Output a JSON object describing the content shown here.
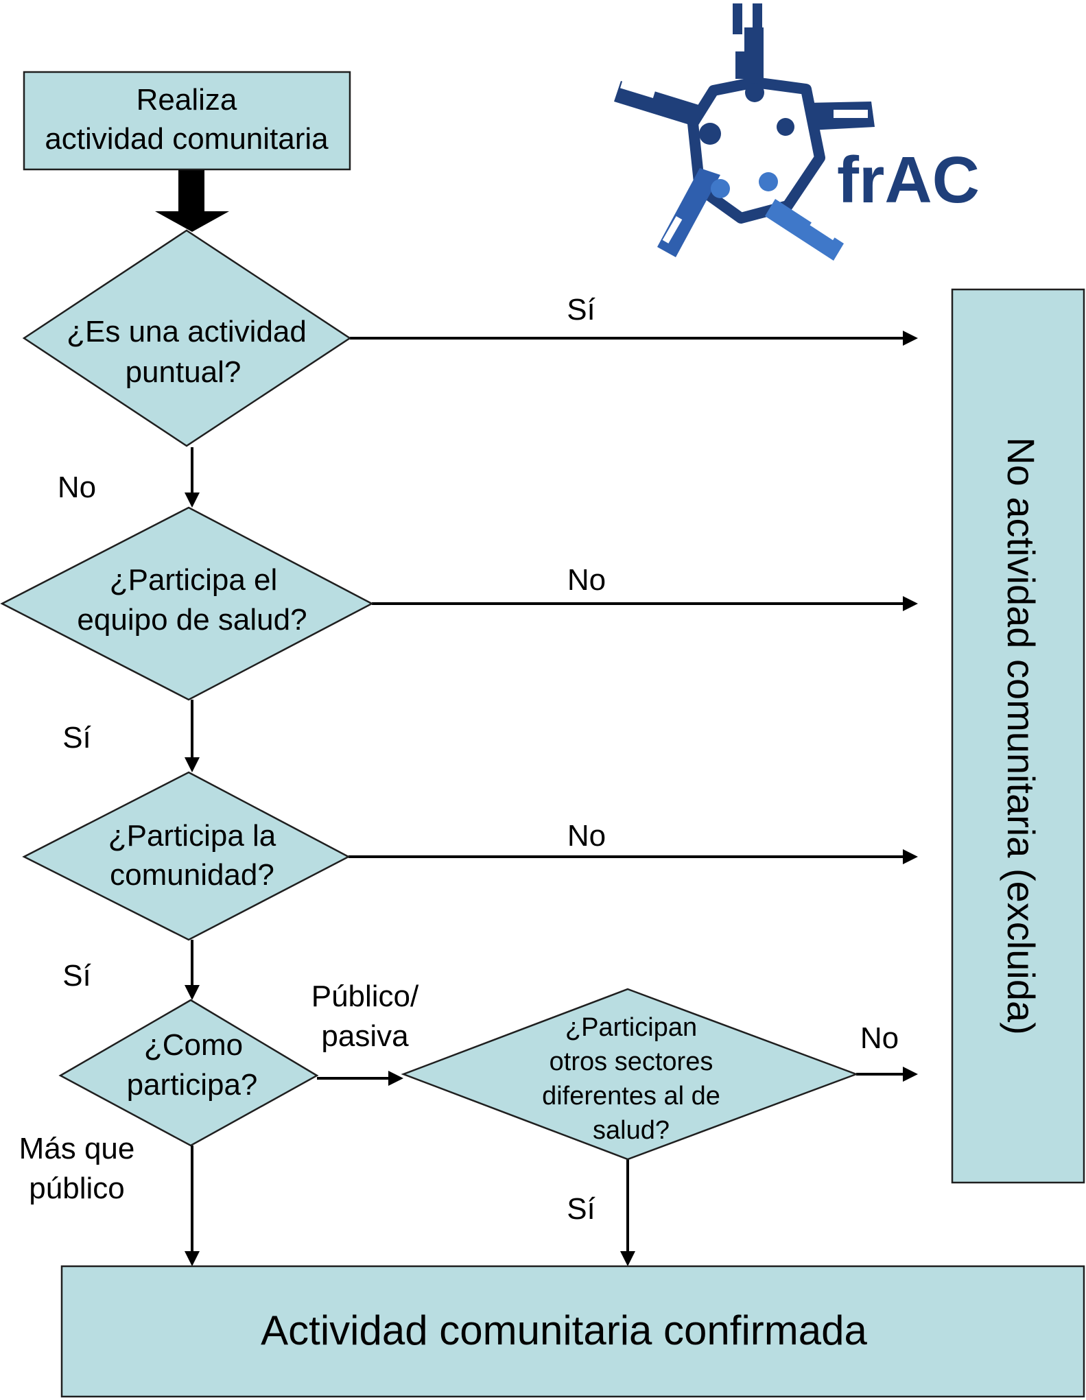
{
  "colors": {
    "node_fill": "#b9dde1",
    "node_stroke": "#1f1f1f",
    "logo_dark": "#1f3f7a",
    "logo_light": "#3f78c9"
  },
  "logo": {
    "text": "frAC",
    "icon": "community-hands-icon"
  },
  "nodes": {
    "start": {
      "line1": "Realiza",
      "line2": "actividad comunitaria"
    },
    "q_punctual": {
      "line1": "¿Es una actividad",
      "line2": "puntual?"
    },
    "q_health_team": {
      "line1": "¿Participa el",
      "line2": "equipo de salud?"
    },
    "q_community": {
      "line1": "¿Participa la",
      "line2": "comunidad?"
    },
    "q_how": {
      "line1": "¿Como",
      "line2": "participa?"
    },
    "q_other_sectors": {
      "line1": "¿Participan",
      "line2": "otros sectores",
      "line3": "diferentes al de",
      "line4": "salud?"
    },
    "excluded": {
      "label": "No actividad comunitaria (excluida)"
    },
    "confirmed": {
      "label": "Actividad comunitaria confirmada"
    }
  },
  "edge_labels": {
    "punctual_yes": "Sí",
    "punctual_no": "No",
    "team_no": "No",
    "team_yes": "Sí",
    "community_no": "No",
    "community_yes": "Sí",
    "how_public_line1": "Público/",
    "how_public_line2": "pasiva",
    "how_more_line1": "Más que",
    "how_more_line2": "público",
    "sectors_no": "No",
    "sectors_yes": "Sí"
  }
}
